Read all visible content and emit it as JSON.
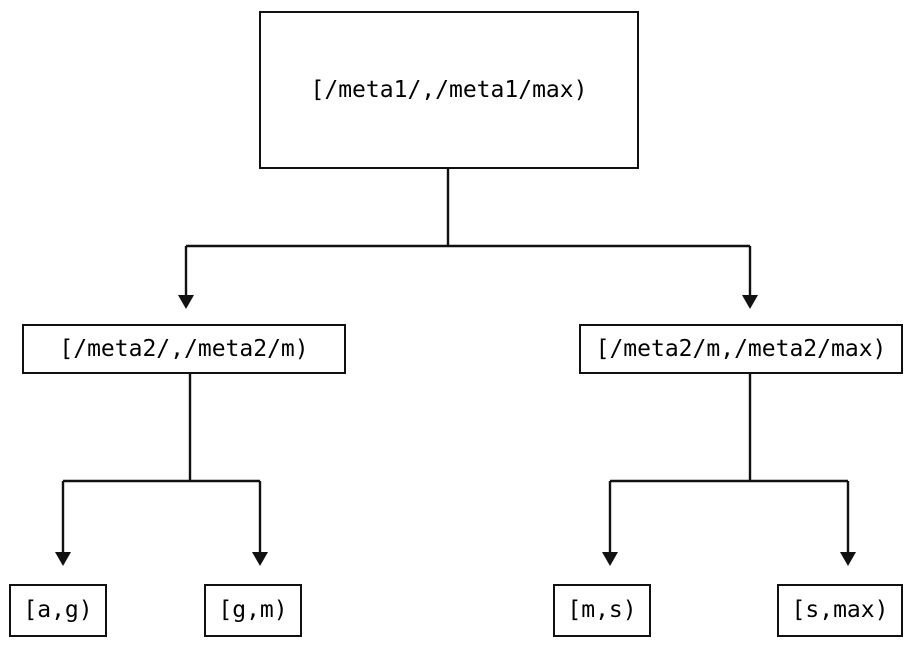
{
  "diagram": {
    "type": "tree",
    "title": "",
    "background_color": "#ffffff",
    "line_color": "#111111",
    "text_color": "#000000",
    "nodes": {
      "root": {
        "label": "[/meta1/,/meta1/max)"
      },
      "mid_left": {
        "label": "[/meta2/,/meta2/m)"
      },
      "mid_right": {
        "label": "[/meta2/m,/meta2/max)"
      },
      "leaf_ag": {
        "label": "[a,g)"
      },
      "leaf_gm": {
        "label": "[g,m)"
      },
      "leaf_ms": {
        "label": "[m,s)"
      },
      "leaf_smax": {
        "label": "[s,max)"
      }
    },
    "edges": [
      {
        "from": "root",
        "to": "mid_left",
        "arrow": "down"
      },
      {
        "from": "root",
        "to": "mid_right",
        "arrow": "down"
      },
      {
        "from": "mid_left",
        "to": "leaf_ag",
        "arrow": "down"
      },
      {
        "from": "mid_left",
        "to": "leaf_gm",
        "arrow": "down"
      },
      {
        "from": "mid_right",
        "to": "leaf_ms",
        "arrow": "down"
      },
      {
        "from": "mid_right",
        "to": "leaf_smax",
        "arrow": "down"
      }
    ]
  }
}
